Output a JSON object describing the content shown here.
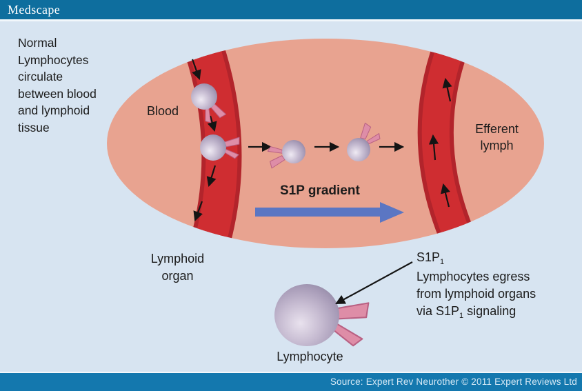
{
  "header": {
    "brand": "Medscape"
  },
  "intro": {
    "lines": [
      "Normal",
      "Lymphocytes",
      "circulate",
      "between blood",
      "and lymphoid",
      "tissue"
    ]
  },
  "labels": {
    "blood": "Blood",
    "efferent_lymph": [
      "Efferent",
      "lymph"
    ],
    "s1p_gradient": "S1P gradient",
    "lymphoid_organ": [
      "Lymphoid",
      "organ"
    ],
    "lymphocyte": "Lymphocyte",
    "egress_note": {
      "line1_base": "S1P",
      "line1_sub": "1",
      "line2": "Lymphocytes egress",
      "line3": "from lymphoid organs",
      "line4_pre": "via S1P",
      "line4_sub": "1",
      "line4_post": " signaling"
    }
  },
  "footer": {
    "source": "Source: Expert Rev Neurother © 2011 Expert Reviews Ltd"
  },
  "colors": {
    "header_bar": "#0e6e9e",
    "footer_bar": "#1478ae",
    "canvas_bg": "#d7e4f1",
    "organ_fill": "#e8a390",
    "vessel_fill": "#cf2d31",
    "vessel_edge": "#b2242b",
    "gradient_arrow": "#5b76c3",
    "cell_receptor": "#de8da7",
    "cell_receptor_edge": "#b96183",
    "text_ink": "#1b1b1b"
  }
}
